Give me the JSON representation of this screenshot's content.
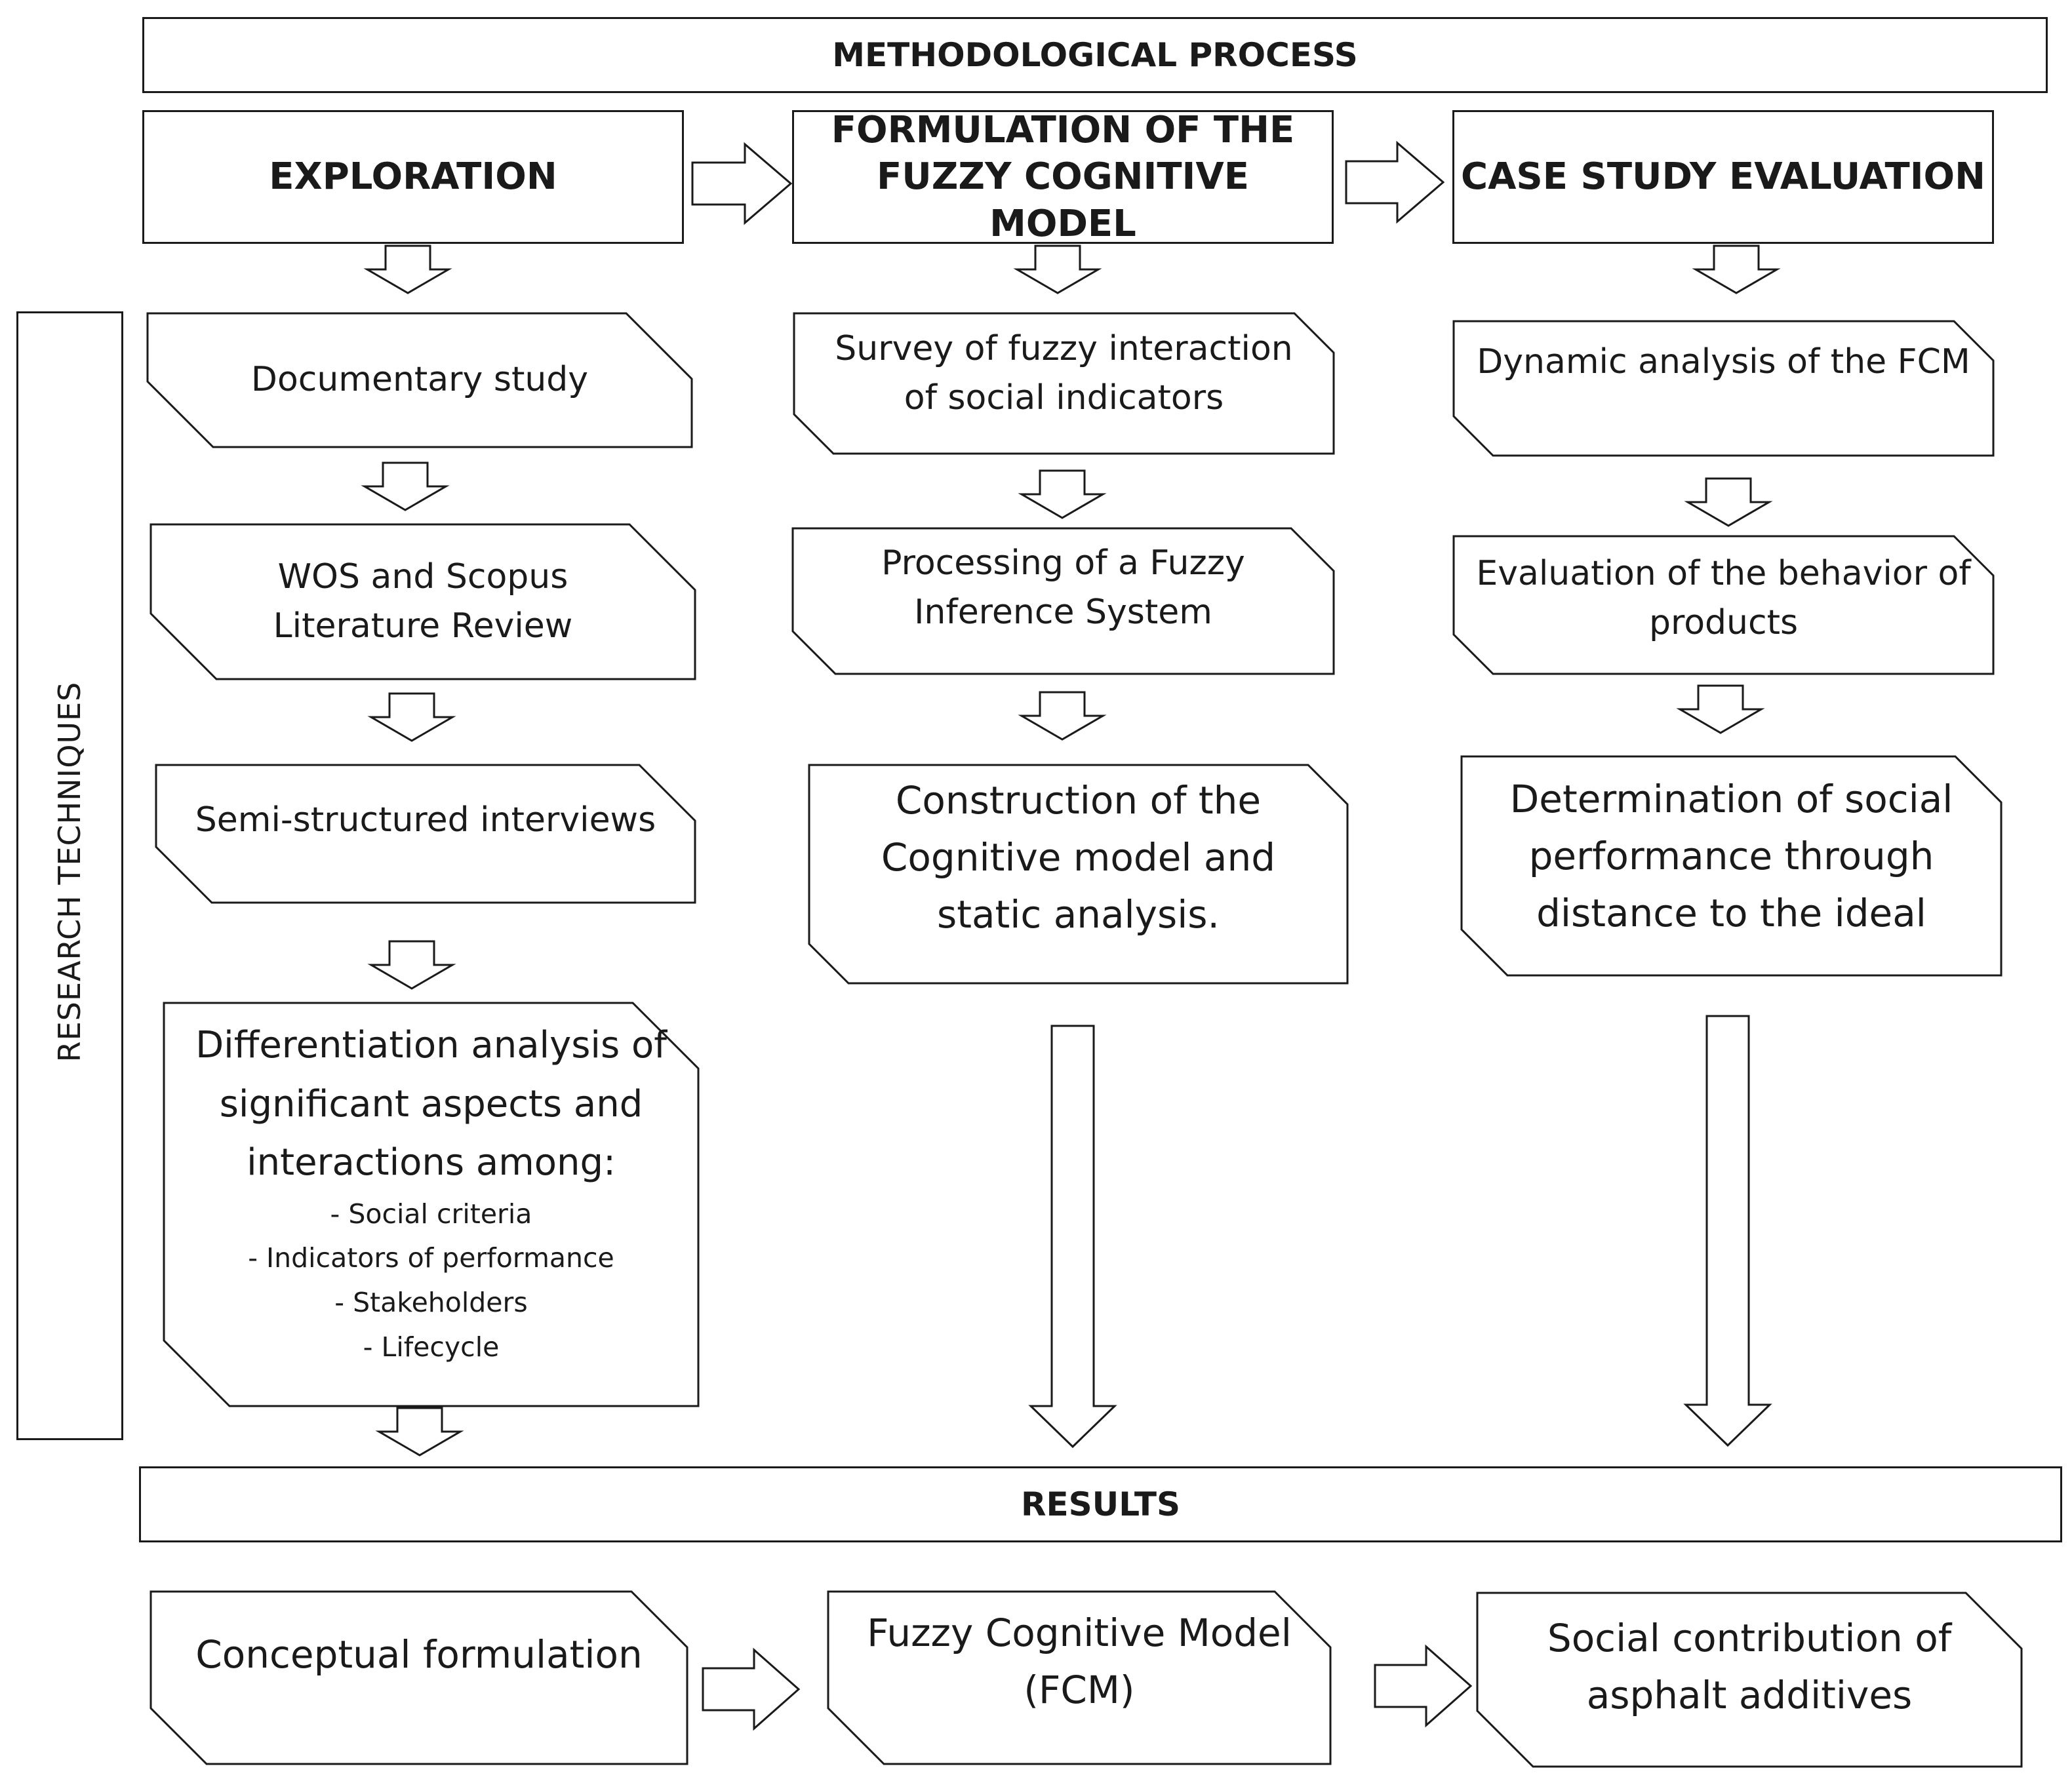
{
  "title": "METHODOLOGICAL PROCESS",
  "phases": [
    "EXPLORATION",
    "FORMULATION OF THE FUZZY COGNITIVE MODEL",
    "CASE STUDY EVALUATION"
  ],
  "side_label": "RESEARCH TECHNIQUES",
  "exploration_steps": [
    "Documentary study",
    "WOS and Scopus Literature Review",
    "Semi-structured interviews"
  ],
  "differentiation": {
    "title": "Differentiation analysis of significant aspects and interactions among:",
    "items": [
      "- Social criteria",
      "- Indicators of performance",
      "- Stakeholders",
      "- Lifecycle"
    ]
  },
  "formulation_steps": [
    "Survey of fuzzy interaction of social indicators",
    "Processing of a Fuzzy Inference System",
    "Construction of the Cognitive model and static analysis."
  ],
  "evaluation_steps": [
    "Dynamic analysis of the FCM",
    "Evaluation of the behavior of products",
    "Determination of social performance through distance to the ideal"
  ],
  "results_label": "RESULTS",
  "results": [
    "Conceptual formulation",
    "Fuzzy Cognitive Model (FCM)",
    "Social contribution of asphalt additives"
  ],
  "colors": {
    "stroke": "#1a1a1a",
    "fill": "#ffffff"
  }
}
